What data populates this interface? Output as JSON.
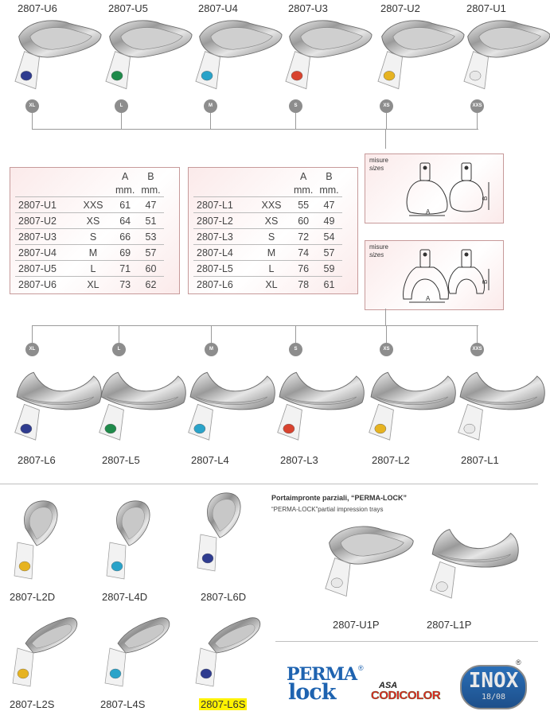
{
  "top_row": [
    {
      "code": "2807-U6",
      "size": "XL",
      "color": "#2f3c8f"
    },
    {
      "code": "2807-U5",
      "size": "L",
      "color": "#1f8a4a"
    },
    {
      "code": "2807-U4",
      "size": "M",
      "color": "#2aa3c9"
    },
    {
      "code": "2807-U3",
      "size": "S",
      "color": "#d8432f"
    },
    {
      "code": "2807-U2",
      "size": "XS",
      "color": "#e6b321"
    },
    {
      "code": "2807-U1",
      "size": "XXS",
      "color": "#e8e8e8"
    }
  ],
  "table_upper": {
    "headers": [
      "",
      "",
      "A",
      "B"
    ],
    "units": [
      "",
      "",
      "mm.",
      "mm."
    ],
    "rows": [
      [
        "2807-U1",
        "XXS",
        "61",
        "47"
      ],
      [
        "2807-U2",
        "XS",
        "64",
        "51"
      ],
      [
        "2807-U3",
        "S",
        "66",
        "53"
      ],
      [
        "2807-U4",
        "M",
        "69",
        "57"
      ],
      [
        "2807-U5",
        "L",
        "71",
        "60"
      ],
      [
        "2807-U6",
        "XL",
        "73",
        "62"
      ]
    ]
  },
  "table_lower": {
    "headers": [
      "",
      "",
      "A",
      "B"
    ],
    "units": [
      "",
      "",
      "mm.",
      "mm."
    ],
    "rows": [
      [
        "2807-L1",
        "XXS",
        "55",
        "47"
      ],
      [
        "2807-L2",
        "XS",
        "60",
        "49"
      ],
      [
        "2807-L3",
        "S",
        "72",
        "54"
      ],
      [
        "2807-L4",
        "M",
        "74",
        "57"
      ],
      [
        "2807-L5",
        "L",
        "76",
        "59"
      ],
      [
        "2807-L6",
        "XL",
        "78",
        "61"
      ]
    ]
  },
  "diagram": {
    "label_it": "misure",
    "label_en": "sizes",
    "dim_a": "A",
    "dim_b": "B"
  },
  "bottom_row": [
    {
      "code": "2807-L6",
      "size": "XL",
      "color": "#2f3c8f"
    },
    {
      "code": "2807-L5",
      "size": "L",
      "color": "#1f8a4a"
    },
    {
      "code": "2807-L4",
      "size": "M",
      "color": "#2aa3c9"
    },
    {
      "code": "2807-L3",
      "size": "S",
      "color": "#d8432f"
    },
    {
      "code": "2807-L2",
      "size": "XS",
      "color": "#e6b321"
    },
    {
      "code": "2807-L1",
      "size": "XXS",
      "color": "#e8e8e8"
    }
  ],
  "partial_left": [
    {
      "code": "2807-L2D",
      "color": "#e6b321"
    },
    {
      "code": "2807-L4D",
      "color": "#2aa3c9"
    },
    {
      "code": "2807-L6D",
      "color": "#2f3c8f"
    },
    {
      "code": "2807-L2S",
      "color": "#e6b321"
    },
    {
      "code": "2807-L4S",
      "color": "#2aa3c9"
    },
    {
      "code": "2807-L6S",
      "color": "#2f3c8f"
    }
  ],
  "partial": {
    "title": "Portaimpronte parziali, “PERMA-LOCK”",
    "subtitle": "“PERMA-LOCK”partial impression trays",
    "items": [
      {
        "code": "2807-U1P"
      },
      {
        "code": "2807-L1P"
      }
    ]
  },
  "logos": {
    "perma_line1": "PERMA",
    "perma_line2": "lock",
    "perma_mark": "®",
    "asa": "ASA",
    "asa_color": "CODICOLOR",
    "inox": "INOX",
    "inox_sub": "18/08",
    "inox_mark": "®"
  }
}
